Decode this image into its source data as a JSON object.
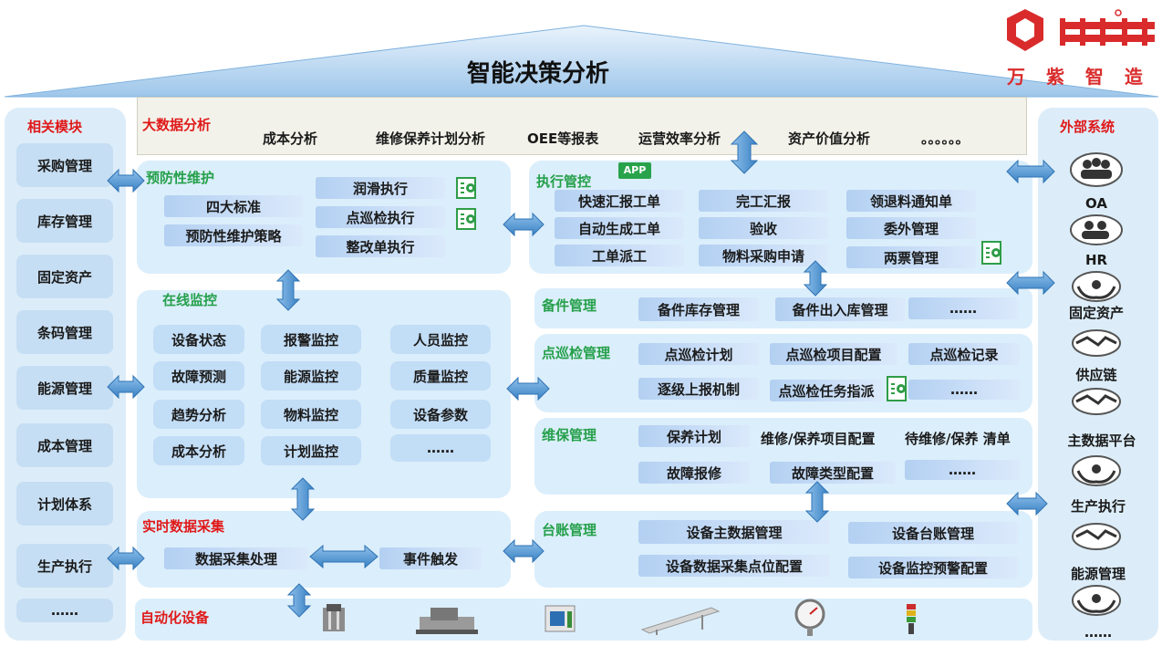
{
  "title": "智能决策分析",
  "brand": {
    "cn": "万 紫 智 造",
    "color": "#d92b2b"
  },
  "bigdata": {
    "label": "大数据分析",
    "items": [
      "成本分析",
      "维修保养计划分析",
      "OEE等报表",
      "运营效率分析",
      "资产价值分析",
      "。。。。。。"
    ]
  },
  "related": {
    "title": "相关模块",
    "items": [
      "采购管理",
      "库存管理",
      "固定资产",
      "条码管理",
      "能源管理",
      "成本管理",
      "计划体系",
      "生产执行",
      "……"
    ]
  },
  "external": {
    "title": "外部系统",
    "items": [
      "OA",
      "HR",
      "固定资产",
      "供应链",
      "主数据平台",
      "生产执行",
      "能源管理",
      "……"
    ]
  },
  "pm": {
    "label": "预防性维护",
    "left": [
      "四大标准",
      "预防性维护策略"
    ],
    "right": [
      "润滑执行",
      "点巡检执行",
      "整改单执行"
    ]
  },
  "exec": {
    "label": "执行管控",
    "app": "APP",
    "items": [
      "快速汇报工单",
      "完工汇报",
      "领退料通知单",
      "自动生成工单",
      "验收",
      "委外管理",
      "工单派工",
      "物料采购申请",
      "两票管理"
    ]
  },
  "online": {
    "label": "在线监控",
    "items": [
      "设备状态",
      "报警监控",
      "人员监控",
      "故障预测",
      "能源监控",
      "质量监控",
      "趋势分析",
      "物料监控",
      "设备参数",
      "成本分析",
      "计划监控",
      "……"
    ]
  },
  "spare": {
    "label": "备件管理",
    "items": [
      "备件库存管理",
      "备件出入库管理",
      "……"
    ]
  },
  "inspect": {
    "label": "点巡检管理",
    "items": [
      "点巡检计划",
      "点巡检项目配置",
      "点巡检记录",
      "逐级上报机制",
      "点巡检任务指派",
      "……"
    ]
  },
  "maint": {
    "label": "维保管理",
    "items": [
      "保养计划",
      "维修/保养项目配置",
      "待维修/保养 清单",
      "故障报修",
      "故障类型配置",
      "……"
    ]
  },
  "ledger": {
    "label": "台账管理",
    "items": [
      "设备主数据管理",
      "设备台账管理",
      "设备数据采集点位配置",
      "设备监控预警配置"
    ]
  },
  "realtime": {
    "label": "实时数据采集",
    "items": [
      "数据采集处理",
      "事件触发"
    ]
  },
  "auto": {
    "label": "自动化设备"
  }
}
